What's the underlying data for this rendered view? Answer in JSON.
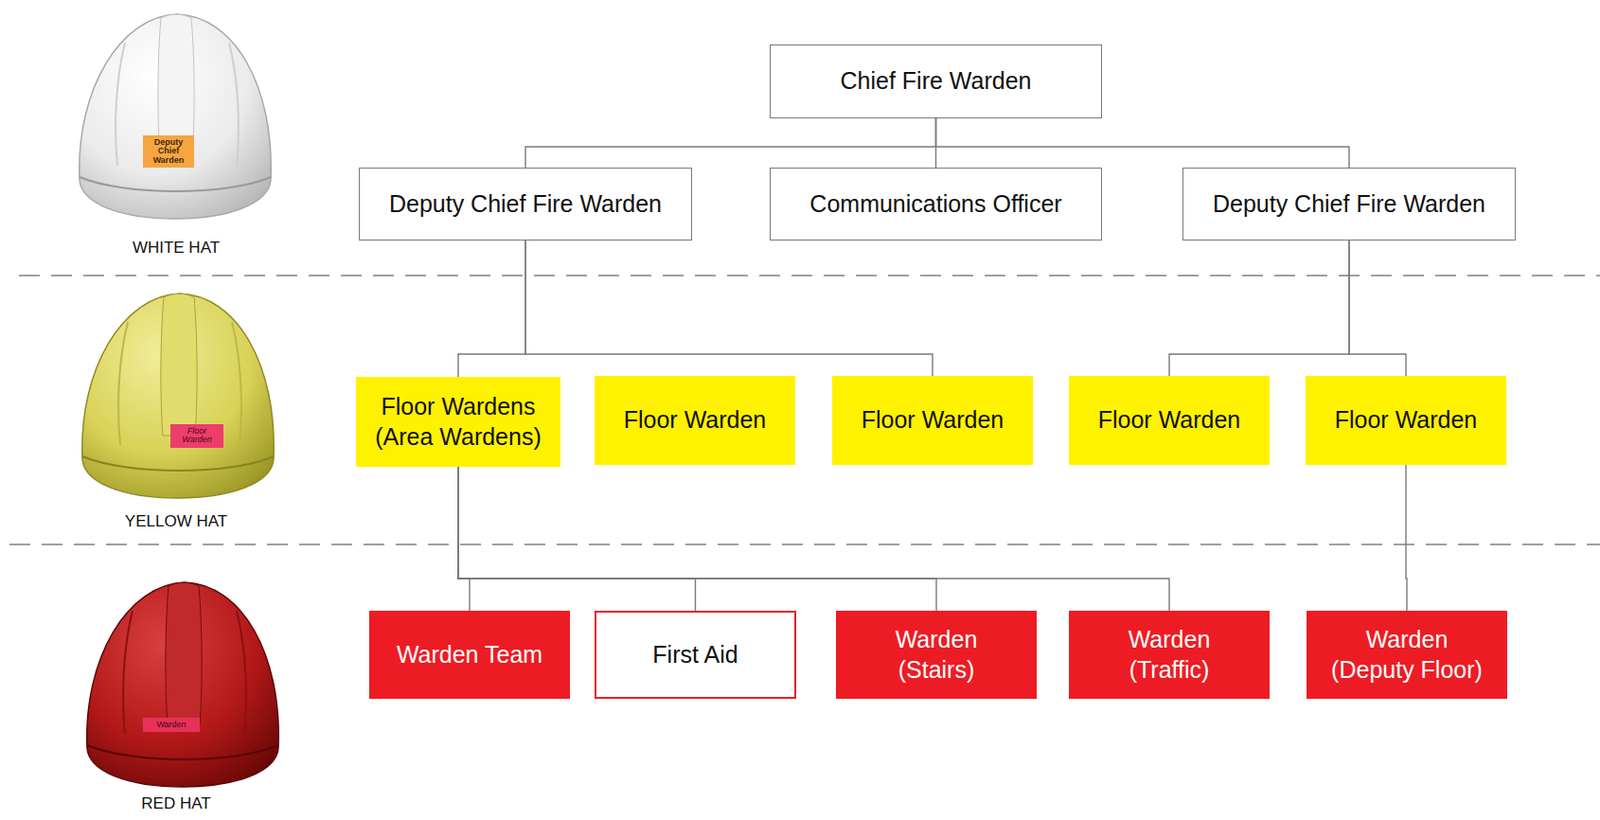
{
  "diagram": {
    "nodes": [
      {
        "text": [
          "Chief Fire Warden"
        ]
      },
      {
        "text": [
          "Deputy Chief Fire Warden"
        ]
      },
      {
        "text": [
          "Communications Officer"
        ]
      },
      {
        "text": [
          "Deputy Chief Fire Warden"
        ]
      },
      {
        "text": [
          "Floor Wardens (Area Wardens)"
        ]
      },
      {
        "text": [
          "Floor Warden"
        ]
      },
      {
        "text": [
          "Floor Warden"
        ]
      },
      {
        "text": [
          "Floor Warden"
        ]
      },
      {
        "text": [
          "Floor Warden"
        ]
      },
      {
        "text": [
          "Warden Team"
        ]
      },
      {
        "text": [
          "First Aid"
        ]
      },
      {
        "text": [
          "Warden (Stairs)"
        ]
      },
      {
        "text": [
          "Warden (Traffic)"
        ]
      },
      {
        "text": [
          "Warden (Deputy Floor)"
        ]
      }
    ],
    "edges": [
      {
        "from": 0,
        "to": 1,
        "arrow": "none"
      },
      {
        "from": 0,
        "to": 2,
        "arrow": "none"
      },
      {
        "from": 0,
        "to": 3,
        "arrow": "none"
      },
      {
        "from": 1,
        "to": 4,
        "arrow": "none"
      },
      {
        "from": 1,
        "to": 6,
        "arrow": "none"
      },
      {
        "from": 3,
        "to": 7,
        "arrow": "none"
      },
      {
        "from": 3,
        "to": 8,
        "arrow": "none"
      },
      {
        "from": 4,
        "to": 9,
        "arrow": "none"
      },
      {
        "from": 4,
        "to": 10,
        "arrow": "none"
      },
      {
        "from": 4,
        "to": 11,
        "arrow": "none"
      },
      {
        "from": 4,
        "to": 12,
        "arrow": "none"
      },
      {
        "from": 8,
        "to": 13,
        "arrow": "none"
      }
    ],
    "labels": [
      "Deputy Chief Warden",
      "WHITE HAT",
      "Floor Warden",
      "YELLOW HAT",
      "Warden",
      "RED HAT"
    ]
  }
}
